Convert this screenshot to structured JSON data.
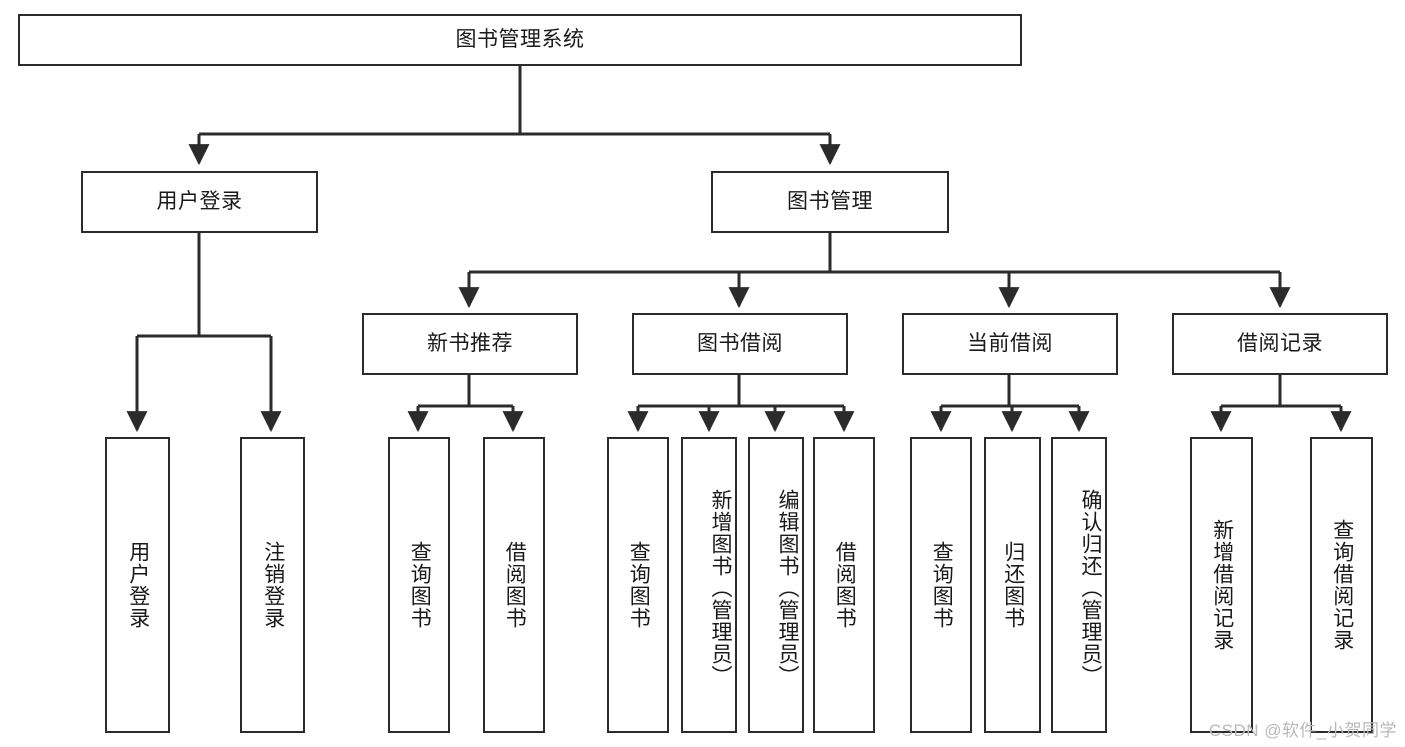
{
  "diagram": {
    "title": "图书管理系统",
    "type": "tree-hierarchy",
    "watermark": "CSDN @软件_小贺同学",
    "colors": {
      "background": "#ffffff",
      "box_border": "#2b2b2b",
      "box_fill": "#ffffff",
      "text": "#1a1a1a",
      "connector": "#2b2b2b",
      "watermark": "#b9b9b9"
    },
    "nodes": {
      "root": {
        "label": "图书管理系统"
      },
      "level2": [
        {
          "id": "user_login",
          "label": "用户登录"
        },
        {
          "id": "book_manage",
          "label": "图书管理"
        }
      ],
      "level3": [
        {
          "id": "new_book_rec",
          "label": "新书推荐"
        },
        {
          "id": "book_borrow",
          "label": "图书借阅"
        },
        {
          "id": "current_borrow",
          "label": "当前借阅"
        },
        {
          "id": "borrow_record",
          "label": "借阅记录"
        }
      ],
      "leaves": {
        "user_login": [
          {
            "id": "leaf_user_login",
            "label": "用户登录"
          },
          {
            "id": "leaf_logout",
            "label": "注销登录"
          }
        ],
        "new_book_rec": [
          {
            "id": "leaf_query_book_1",
            "label": "查询图书"
          },
          {
            "id": "leaf_borrow_book_1",
            "label": "借阅图书"
          }
        ],
        "book_borrow": [
          {
            "id": "leaf_query_book_2",
            "label": "查询图书"
          },
          {
            "id": "leaf_add_book",
            "label": "新增图书（管理员）"
          },
          {
            "id": "leaf_edit_book",
            "label": "编辑图书（管理员）"
          },
          {
            "id": "leaf_borrow_book_2",
            "label": "借阅图书"
          }
        ],
        "current_borrow": [
          {
            "id": "leaf_query_book_3",
            "label": "查询图书"
          },
          {
            "id": "leaf_return_book",
            "label": "归还图书"
          },
          {
            "id": "leaf_confirm_return",
            "label": "确认归还（管理员）"
          }
        ],
        "borrow_record": [
          {
            "id": "leaf_add_record",
            "label": "新增借阅记录"
          },
          {
            "id": "leaf_query_record",
            "label": "查询借阅记录"
          }
        ]
      }
    }
  }
}
